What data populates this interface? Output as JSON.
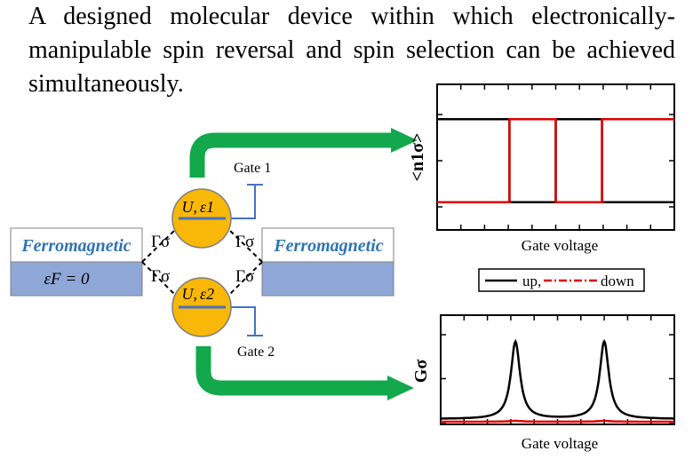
{
  "heading": "A designed molecular device within which electronically-manipulable spin reversal and spin selection can be achieved simultaneously.",
  "lead_left": {
    "label": "Ferromagnetic",
    "fermi_label": "εF = 0"
  },
  "lead_right": {
    "label": "Ferromagnetic"
  },
  "dot1": {
    "text_U": "U,",
    "text_eps": "ε1"
  },
  "dot2": {
    "text_U": "U,",
    "text_eps": "ε2"
  },
  "gate1": {
    "label": "Gate 1"
  },
  "gate2": {
    "label": "Gate 2"
  },
  "couplings": {
    "symbol": "Γσ"
  },
  "plot_occupation": {
    "ylabel": "<n1σ>",
    "xlabel": "Gate voltage"
  },
  "legend": {
    "entry_up": "up,",
    "entry_down": "down"
  },
  "plot_conductance": {
    "ylabel": "Gσ",
    "xlabel": "Gate voltage"
  },
  "colors": {
    "lead_blue": "#8ea7d6",
    "label_blue": "#2e74b5",
    "dot_orange": "#f9b707",
    "gate_blue": "#4472c4",
    "arrow_green": "#13a84b",
    "up": "#000000",
    "down": "#e00000"
  },
  "chart_data": [
    {
      "type": "line",
      "title": "",
      "xlabel": "Gate voltage",
      "ylabel": "<n1σ>",
      "ylim": [
        0,
        1
      ],
      "xlim": [
        0,
        1
      ],
      "series": [
        {
          "name": "up",
          "color": "#000000",
          "x": [
            0,
            0.305,
            0.305,
            0.5,
            0.5,
            0.695,
            0.695,
            1
          ],
          "values": [
            0.95,
            0.95,
            0.05,
            0.05,
            0.95,
            0.95,
            0.05,
            0.05
          ]
        },
        {
          "name": "down",
          "color": "#e00000",
          "x": [
            0,
            0.305,
            0.305,
            0.5,
            0.5,
            0.695,
            0.695,
            1
          ],
          "values": [
            0.05,
            0.05,
            0.95,
            0.95,
            0.05,
            0.05,
            0.95,
            0.95
          ]
        }
      ]
    },
    {
      "type": "line",
      "title": "",
      "xlabel": "Gate voltage",
      "ylabel": "Gσ",
      "ylim": [
        0,
        1
      ],
      "xlim": [
        0,
        1
      ],
      "peaks": [
        0.32,
        0.7
      ],
      "series": [
        {
          "name": "up",
          "color": "#000000",
          "peak_height": 0.92,
          "width": 0.035,
          "baseline": 0.04
        },
        {
          "name": "down",
          "color": "#e00000",
          "peak_height": 0.02,
          "width": 0.05,
          "baseline": 0.01
        }
      ]
    }
  ]
}
